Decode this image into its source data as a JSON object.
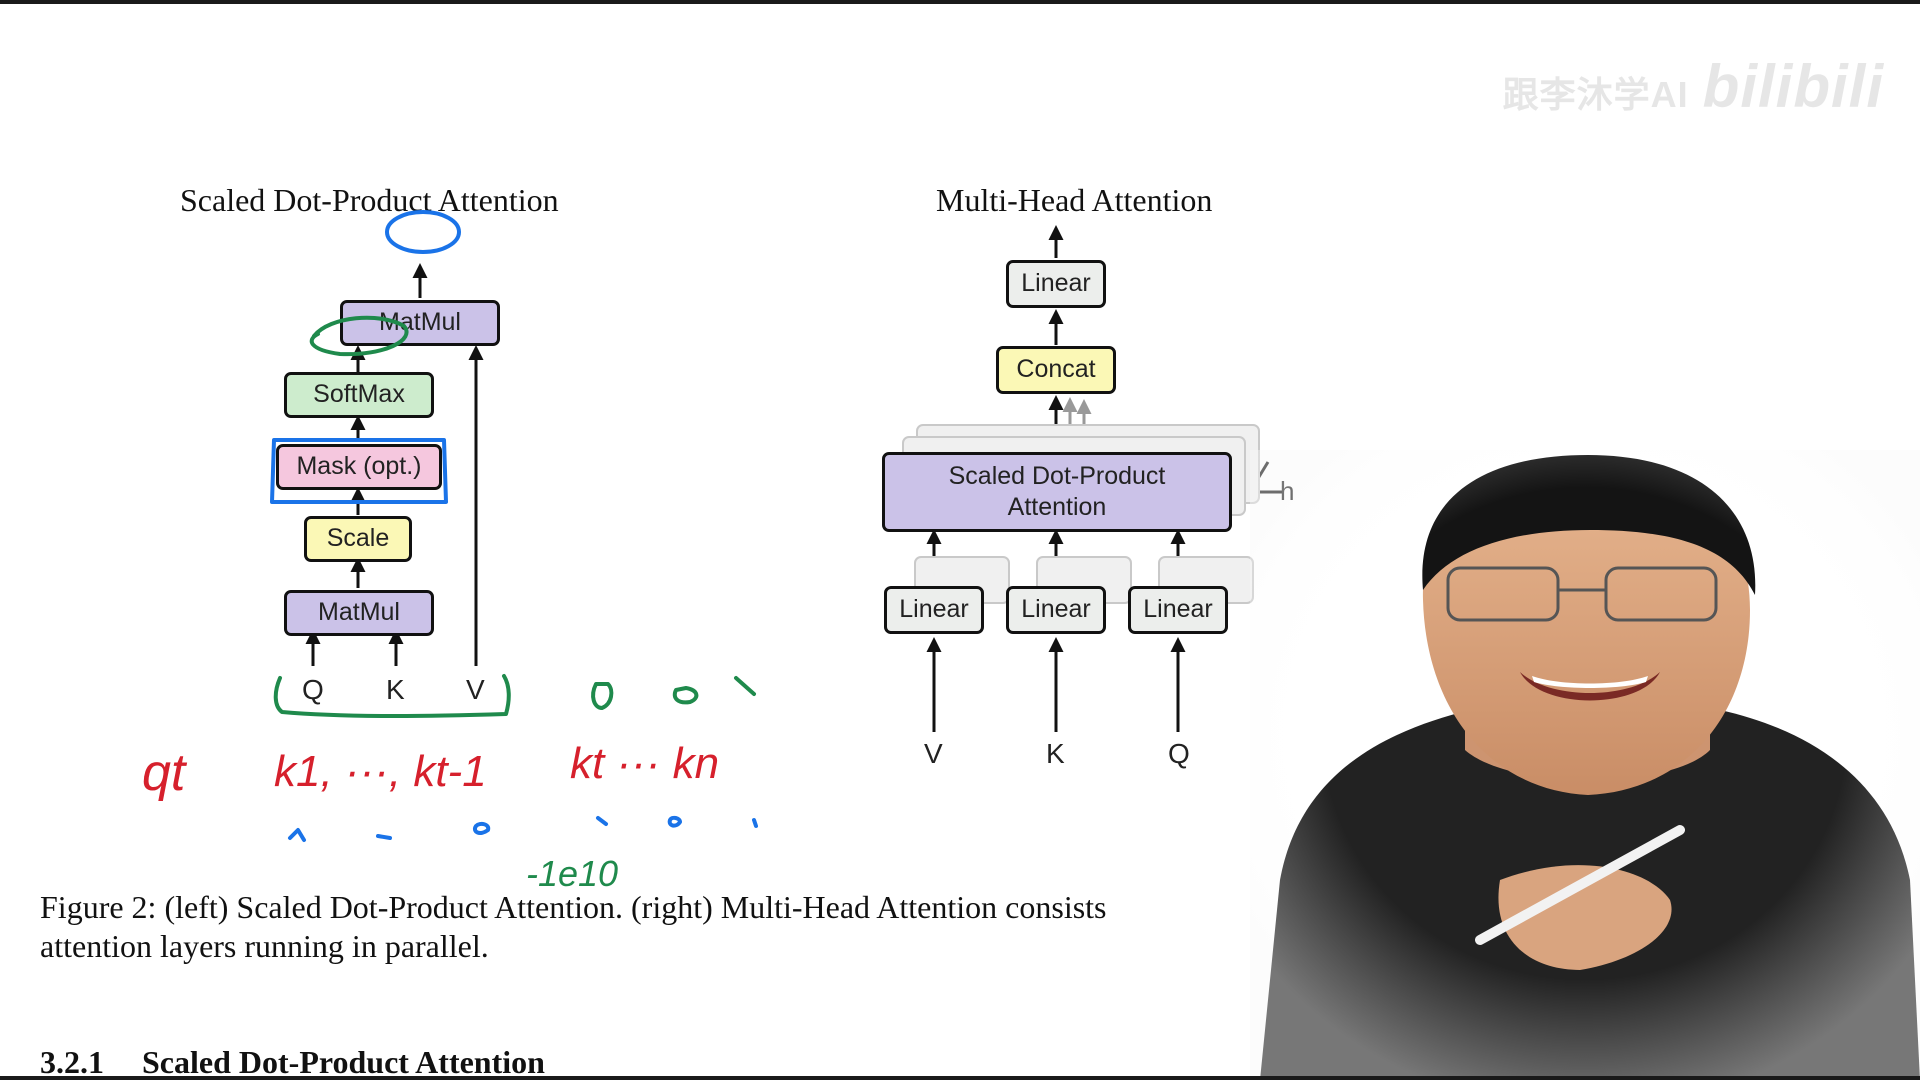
{
  "watermark": {
    "channel": "跟李沐学AI",
    "logo": "bilibili"
  },
  "left_figure": {
    "title": "Scaled Dot-Product Attention",
    "blocks": {
      "matmul_top": "MatMul",
      "softmax": "SoftMax",
      "mask": "Mask (opt.)",
      "scale": "Scale",
      "matmul_bottom": "MatMul"
    },
    "inputs": [
      "Q",
      "K",
      "V"
    ]
  },
  "right_figure": {
    "title": "Multi-Head Attention",
    "blocks": {
      "linear_top": "Linear",
      "concat": "Concat",
      "attention_line1": "Scaled Dot-Product",
      "attention_line2": "Attention",
      "linear_v": "Linear",
      "linear_k": "Linear",
      "linear_q": "Linear"
    },
    "heads_label": "h",
    "inputs": [
      "V",
      "K",
      "Q"
    ]
  },
  "handwriting": {
    "query": "qt",
    "keys_before": "k1, ···, kt-1",
    "keys_after": "kt ··· kn",
    "neg_value": "-1e10"
  },
  "caption": {
    "line1": "Figure 2: (left) Scaled Dot-Product Attention. (right) Multi-Head Attention consists",
    "line2": "attention layers running in parallel."
  },
  "section": {
    "number": "3.2.1",
    "title": "Scaled Dot-Product Attention"
  },
  "colors": {
    "purple": "#cbc2e8",
    "green": "#cdeccd",
    "pink": "#f5c7de",
    "yellow": "#fbf8b6",
    "gray": "#eceeec",
    "ink_blue": "#1a73e8",
    "ink_green": "#1f8a4c",
    "ink_red": "#d6202c"
  }
}
